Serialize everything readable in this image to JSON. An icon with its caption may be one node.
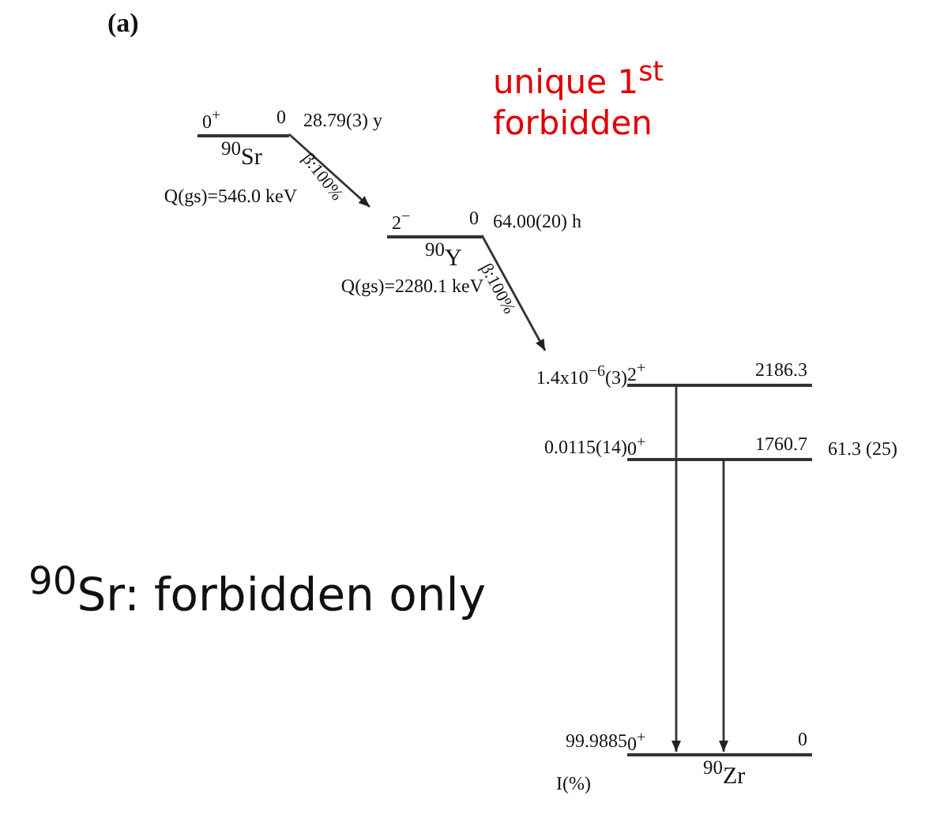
{
  "diagram": {
    "nodes": [
      {
        "text": [
          "0$^{+}$",
          "0",
          "$^{90}$Sr"
        ],
        "beside": [
          "28.79(3) y",
          "Q(gs)=546.0 keV"
        ]
      },
      {
        "text": [
          "2$^{−}$",
          "0",
          "$^{90}$Y"
        ],
        "beside": [
          "64.00(20) h",
          "Q(gs)=2280.1 keV"
        ]
      },
      {
        "text": [
          "2$^{+}$",
          "2186.3"
        ],
        "beside": [
          "1.4x10$^{−6}$(3)"
        ]
      },
      {
        "text": [
          "0$^{+}$",
          "1760.7"
        ],
        "beside": [
          "0.0115(14)",
          "61.3 (25)"
        ]
      },
      {
        "text": [
          "0$^{+}$",
          "0",
          "$^{90}$Zr"
        ],
        "beside": [
          "99.9885"
        ]
      }
    ],
    "edges": [
      {
        "from": 0,
        "to": 1,
        "arrow": "to",
        "label": "β:100%"
      },
      {
        "from": 1,
        "to": 2,
        "arrow": "to",
        "label": "β:100%"
      },
      {
        "from": 2,
        "to": 4,
        "arrow": "to"
      },
      {
        "from": 3,
        "to": 4,
        "arrow": "to"
      }
    ],
    "labels": [
      "(a)",
      "unique 1$^{st}$ forbidden",
      "$^{90}$Sr: forbidden only",
      "I(%)"
    ]
  }
}
